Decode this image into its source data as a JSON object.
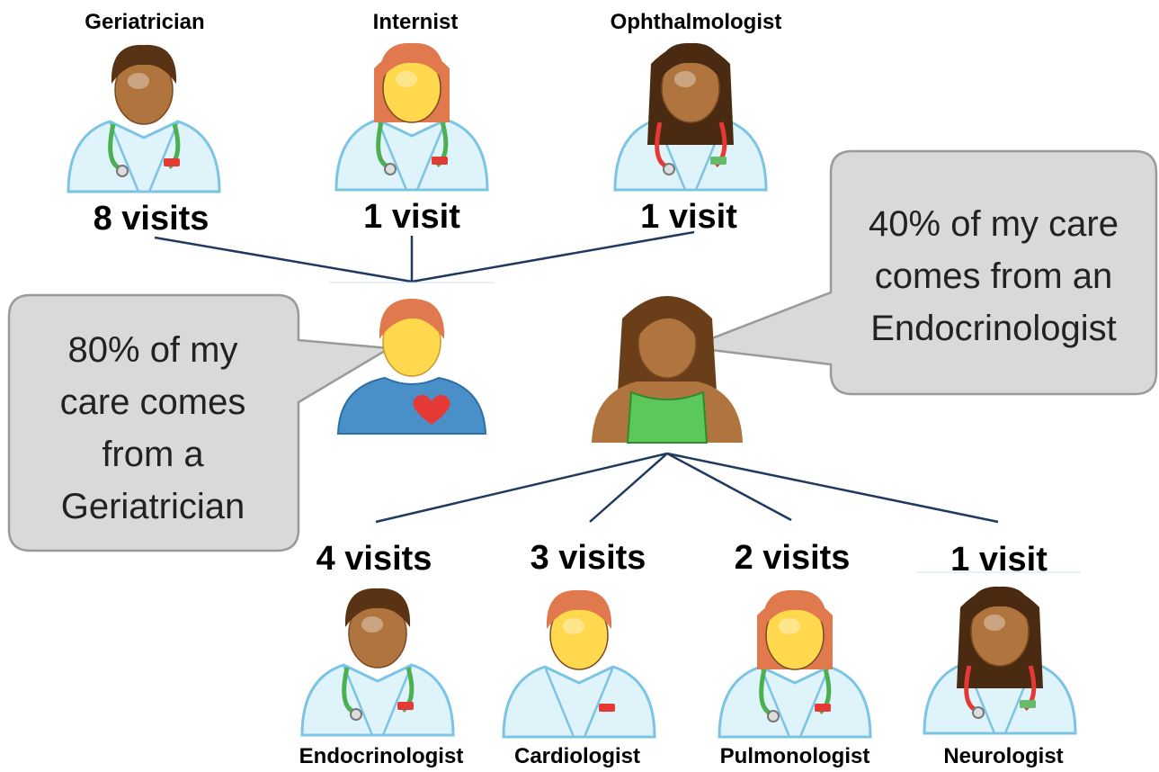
{
  "top_providers": [
    {
      "specialty": "Geriatrician",
      "visits": "8 visits",
      "hair_color": "#5a3214",
      "skin": "#b0743f",
      "hair_style": "short",
      "steth_color": "#4caf50",
      "pocket_color": "#e53935"
    },
    {
      "specialty": "Internist",
      "visits": "1 visit",
      "hair_color": "#e07a4e",
      "skin": "#ffd84d",
      "hair_style": "bob",
      "steth_color": "#4caf50",
      "pocket_color": "#e53935"
    },
    {
      "specialty": "Ophthalmologist",
      "visits": "1 visit",
      "hair_color": "#4a2a10",
      "skin": "#b0743f",
      "hair_style": "long",
      "steth_color": "#e53935",
      "pocket_color": "#66bb6a"
    }
  ],
  "bottom_providers": [
    {
      "specialty": "Endocrinologist",
      "visits": "4 visits",
      "hair_color": "#5a3214",
      "skin": "#b0743f",
      "hair_style": "short",
      "steth_color": "#4caf50",
      "pocket_color": "#e53935"
    },
    {
      "specialty": "Cardiologist",
      "visits": "3 visits",
      "hair_color": "#e07a4e",
      "skin": "#ffd84d",
      "hair_style": "short",
      "steth_color": "none",
      "pocket_color": "#e53935"
    },
    {
      "specialty": "Pulmonologist",
      "visits": "2 visits",
      "hair_color": "#e07a4e",
      "skin": "#ffd84d",
      "hair_style": "bob",
      "steth_color": "#4caf50",
      "pocket_color": "#e53935"
    },
    {
      "specialty": "Neurologist",
      "visits": "1 visit",
      "hair_color": "#4a2a10",
      "skin": "#b0743f",
      "hair_style": "long",
      "steth_color": "#e53935",
      "pocket_color": "#66bb6a"
    }
  ],
  "patients": {
    "left": {
      "hair_color": "#e07a4e",
      "skin": "#ffd84d",
      "shirt_color": "#4a90c8",
      "heart_color": "#e53935"
    },
    "right": {
      "hair_color": "#6b3e1a",
      "skin": "#b0743f",
      "shirt_color": "#5cc85c"
    }
  },
  "callouts": {
    "left": [
      "80% of my",
      "care comes",
      "from a",
      "Geriatrician"
    ],
    "right": [
      "40% of my care",
      "comes from an",
      "Endocrinologist"
    ]
  },
  "colors": {
    "line": "#1f3a5f",
    "callout_fill": "#d9d9d9",
    "callout_stroke": "#9a9a9a",
    "coat": "#dff3fb",
    "coat_stroke": "#7cc4e4"
  }
}
